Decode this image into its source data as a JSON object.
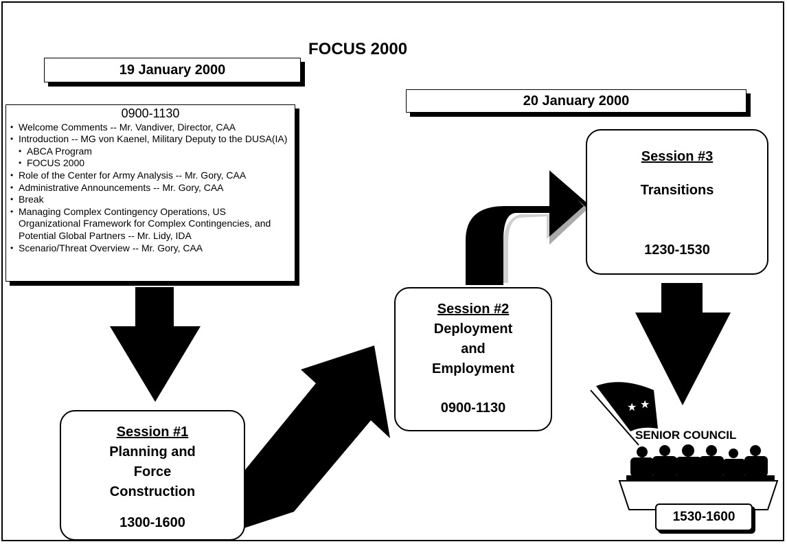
{
  "title": "FOCUS 2000",
  "day1": {
    "label": "19 January 2000"
  },
  "day2": {
    "label": "20 January 2000"
  },
  "agenda": {
    "time": "0900-1130",
    "items": [
      "Welcome Comments --  Mr. Vandiver, Director, CAA",
      "Introduction -- MG von Kaenel, Military Deputy to the DUSA(IA)",
      "ABCA Program",
      "FOCUS 2000",
      "Role of the Center for Army Analysis -- Mr. Gory, CAA",
      "Administrative Announcements -- Mr. Gory, CAA",
      "Break",
      "Managing Complex Contingency Operations, US Organizational Framework for Complex Contingencies, and Potential Global Partners  -- Mr. Lidy,  IDA",
      "Scenario/Threat Overview -- Mr. Gory, CAA"
    ]
  },
  "sessions": {
    "s1": {
      "title": "Session #1",
      "lines": [
        "Planning and",
        "Force",
        "Construction"
      ],
      "time": "1300-1600"
    },
    "s2": {
      "title": "Session #2",
      "lines": [
        "Deployment",
        "and",
        "Employment"
      ],
      "time": "0900-1130"
    },
    "s3": {
      "title": "Session #3",
      "lines": [
        "Transitions"
      ],
      "time": "1230-1530"
    }
  },
  "senior_council": {
    "label": "SENIOR COUNCIL",
    "time": "1530-1600"
  }
}
